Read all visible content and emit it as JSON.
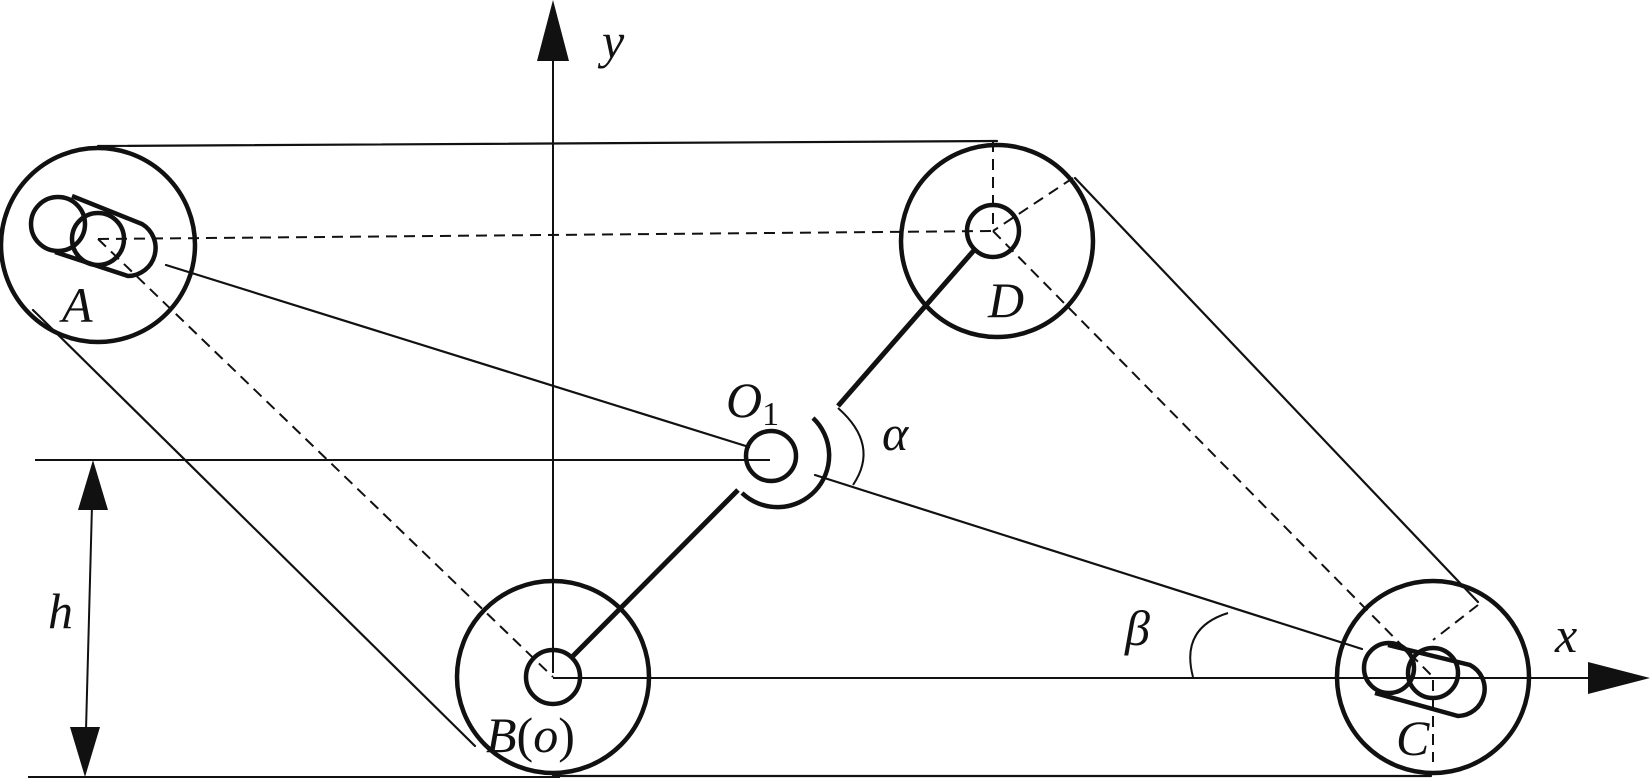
{
  "labels": {
    "y": "y",
    "x": "x",
    "A": "A",
    "D": "D",
    "O": "O",
    "O_sub": "1",
    "alpha": "α",
    "beta": "β",
    "h": "h",
    "B": "B",
    "B_open": "(",
    "B_o": "o",
    "B_close": ")",
    "C": "C"
  }
}
